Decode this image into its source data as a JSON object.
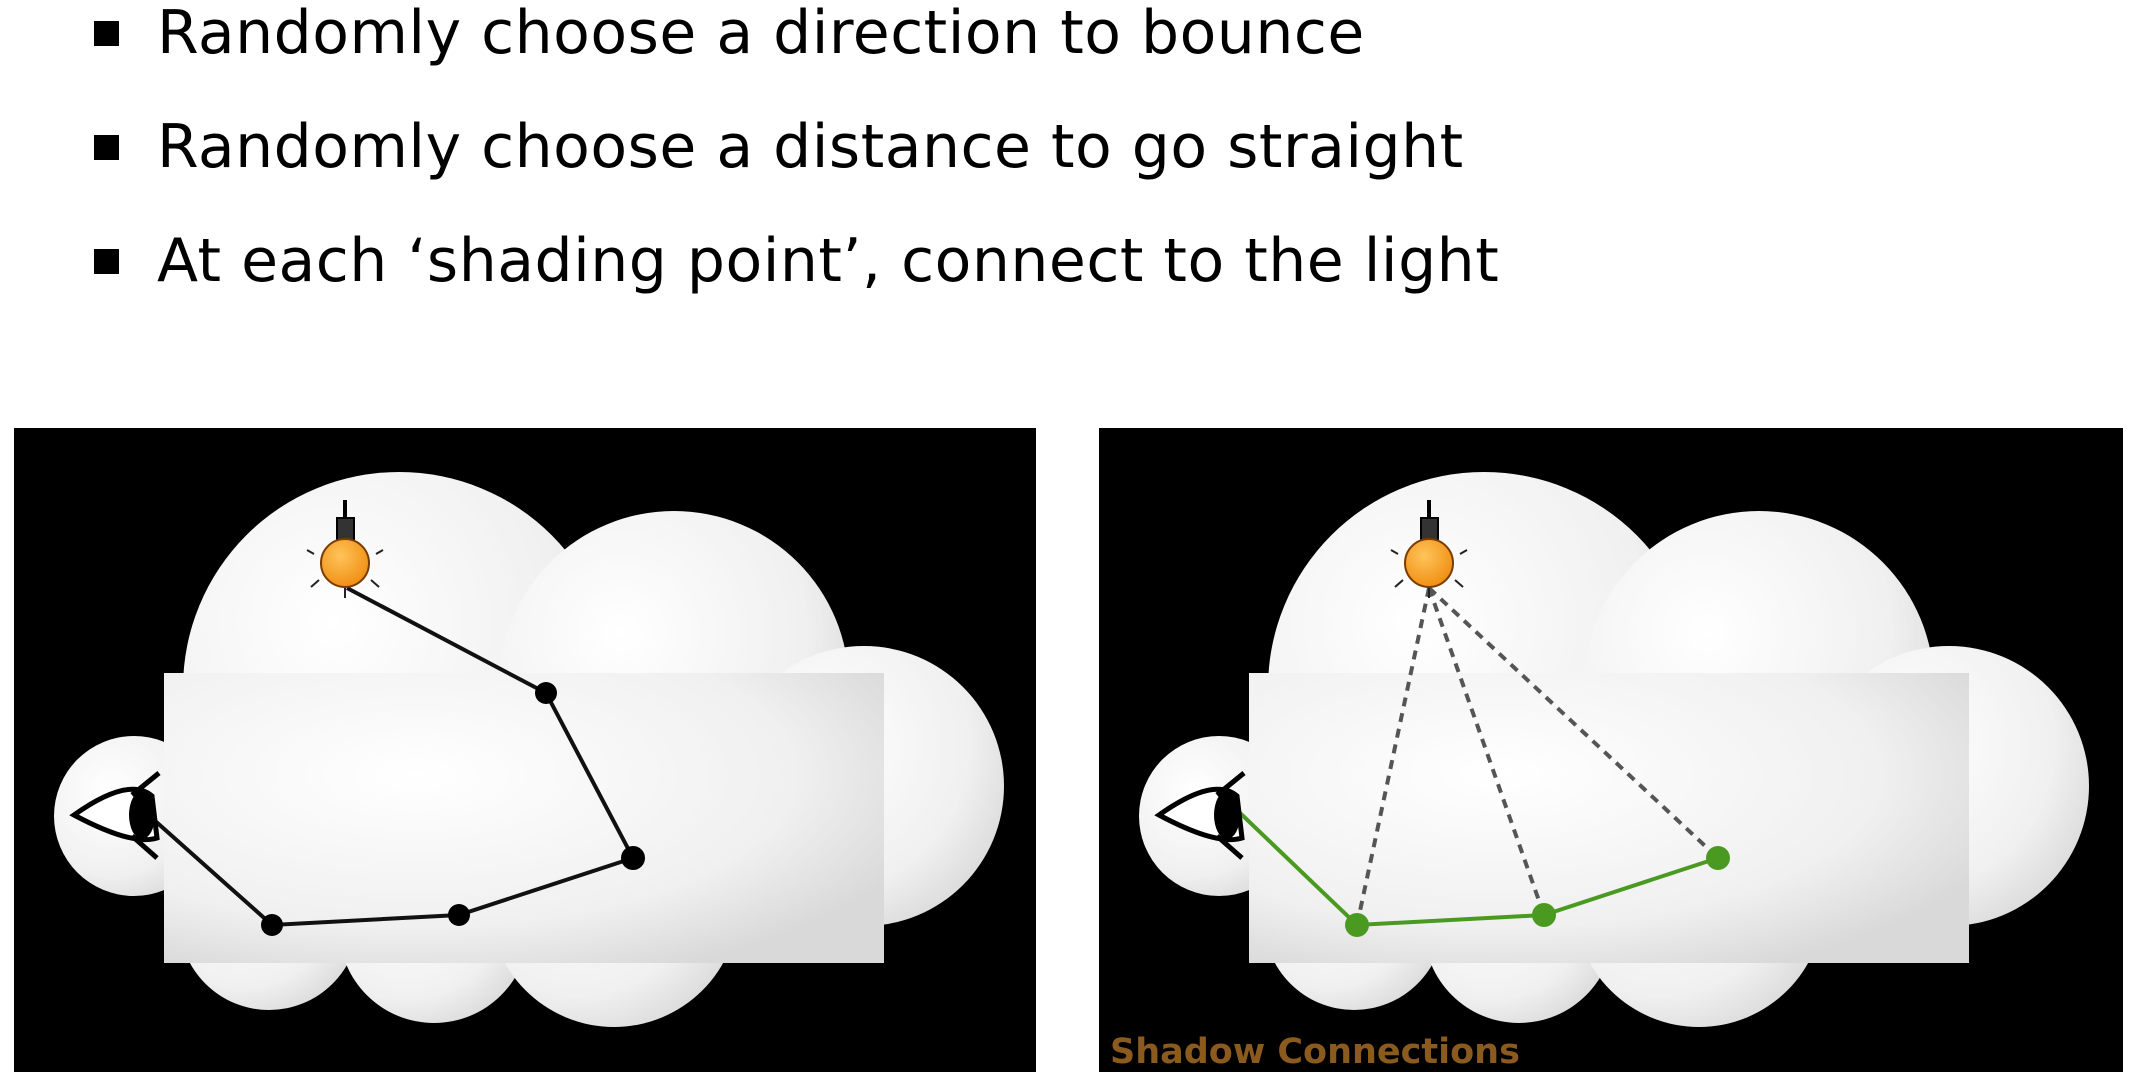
{
  "bullets": [
    {
      "text": "Randomly choose a direction to bounce"
    },
    {
      "text": "Randomly choose a distance to go straight"
    },
    {
      "text": "At each ‘shading point’, connect to the light"
    }
  ],
  "right_panel": {
    "caption": "Shadow Connections"
  },
  "colors": {
    "background": "#000000",
    "cloud": "#f2f2f2",
    "bulb": "#f39a21",
    "path_left": "#111111",
    "path_right": "#4a9a22",
    "shadow_rays": "#555555",
    "caption": "#8b5a1e"
  },
  "icons": {
    "viewer": "eye-icon",
    "light": "light-bulb-icon"
  }
}
